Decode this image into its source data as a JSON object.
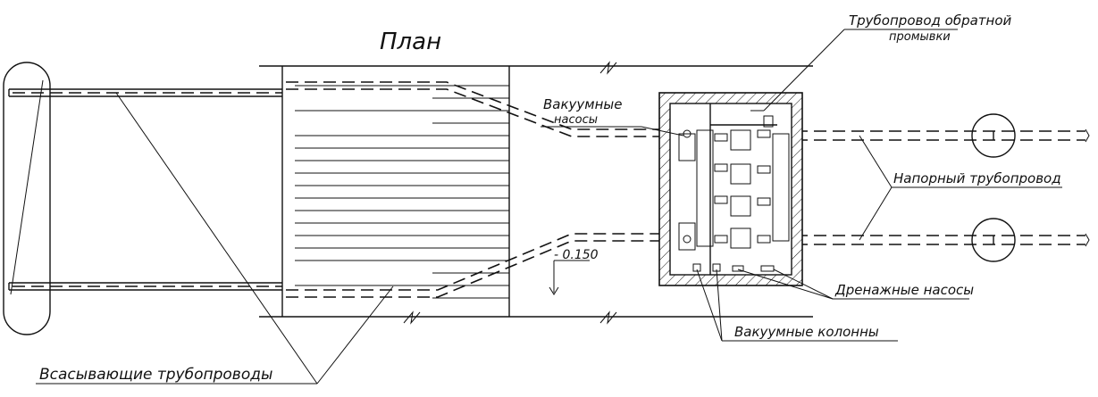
{
  "title": "План",
  "labels": {
    "backwash_line1": "Трубопровод обратной",
    "backwash_line2": "промывки",
    "vacuum_pumps_line1": "Вакуумные",
    "vacuum_pumps_line2": "насосы",
    "pressure_pipeline": "Напорный трубопровод",
    "drainage_pumps": "Дренажные насосы",
    "vacuum_columns": "Вакуумные колонны",
    "suction_pipelines": "Всасывающие трубопроводы",
    "elevation": "- 0.150"
  }
}
